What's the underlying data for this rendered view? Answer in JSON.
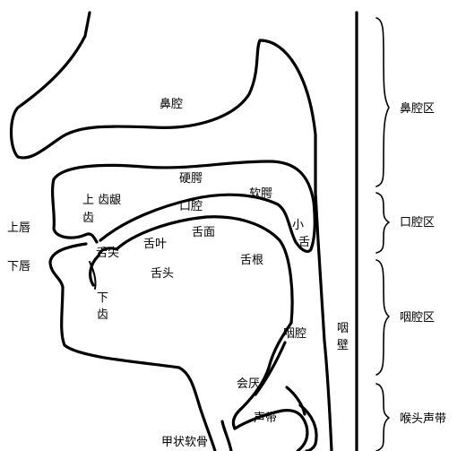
{
  "labels": {
    "nasal_cavity": "鼻腔",
    "hard_palate": "硬腭",
    "soft_palate": "软腭",
    "alveolar_ridge_1": "上 齿龈",
    "upper_teeth_char": "齿",
    "oral_cavity": "口腔",
    "uvula_1": "小",
    "uvula_2": "舌",
    "upper_lip": "上唇",
    "lower_lip": "下唇",
    "tongue_tip": "舌尖",
    "tongue_blade": "舌叶",
    "tongue_front": "舌面",
    "tongue_body": "舌头",
    "tongue_root": "舌根",
    "lower_teeth_1": "下",
    "lower_teeth_2": "齿",
    "pharyngeal_cavity": "咽腔",
    "pharyngeal_wall_1": "咽",
    "pharyngeal_wall_2": "壁",
    "epiglottis": "会厌",
    "vocal_cords": "声带",
    "thyroid_cartilage": "甲状软骨"
  },
  "regions": {
    "nasal_region": "鼻腔区",
    "oral_region": "口腔区",
    "pharyngeal_region": "咽腔区",
    "laryngeal_region": "喉头声带"
  }
}
